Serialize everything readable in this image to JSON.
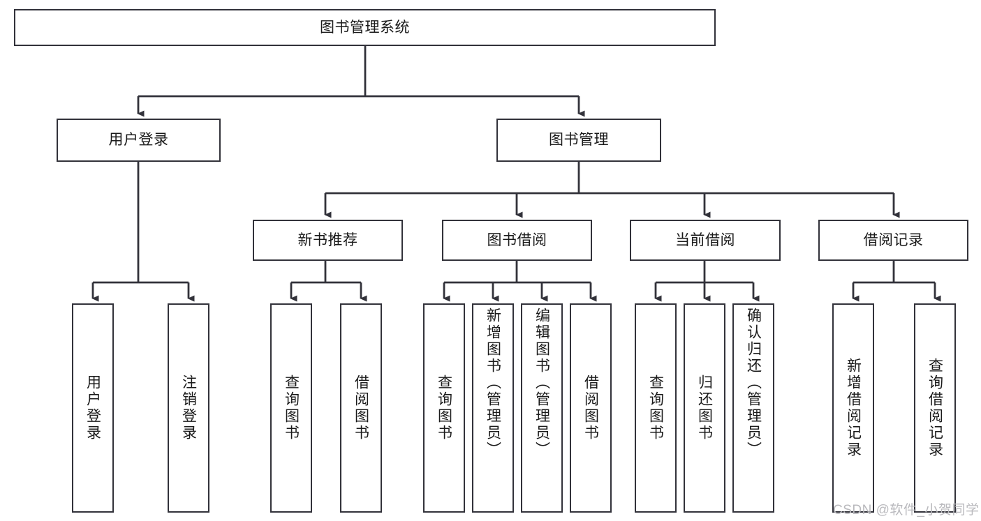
{
  "diagram": {
    "title": "图书管理系统",
    "type": "tree-hierarchy",
    "colors": {
      "box_border": "#32323a",
      "box_fill": "#ffffff",
      "edge": "#32323a",
      "text": "#1a1a1a",
      "watermark": "#b9b9bd",
      "background": "#ffffff"
    },
    "root": {
      "label": "图书管理系统"
    },
    "level2": [
      {
        "label": "用户登录"
      },
      {
        "label": "图书管理"
      }
    ],
    "level3": [
      {
        "label": "新书推荐"
      },
      {
        "label": "图书借阅"
      },
      {
        "label": "当前借阅"
      },
      {
        "label": "借阅记录"
      }
    ],
    "leaves": {
      "user_login": [
        {
          "label": "用户登录"
        },
        {
          "label": "注销登录"
        }
      ],
      "new_book_recommend": [
        {
          "label": "查询图书"
        },
        {
          "label": "借阅图书"
        }
      ],
      "book_borrow": [
        {
          "label": "查询图书"
        },
        {
          "label": "新增图书（管理员）"
        },
        {
          "label": "编辑图书（管理员）"
        },
        {
          "label": "借阅图书"
        }
      ],
      "current_borrow": [
        {
          "label": "查询图书"
        },
        {
          "label": "归还图书"
        },
        {
          "label": "确认归还（管理员）"
        }
      ],
      "borrow_record": [
        {
          "label": "新增借阅记录"
        },
        {
          "label": "查询借阅记录"
        }
      ]
    }
  },
  "watermark": {
    "text": "CSDN @软件_小贺同学"
  }
}
